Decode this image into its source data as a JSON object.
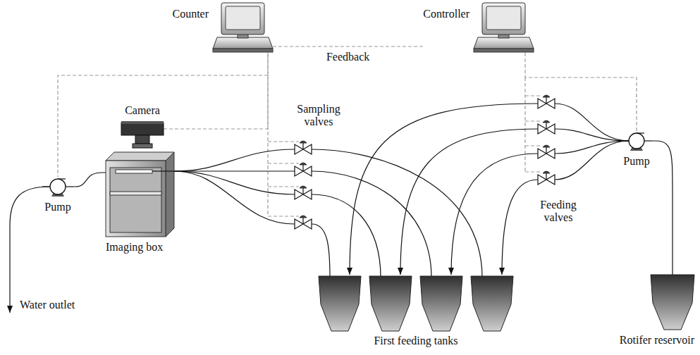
{
  "diagram": {
    "nodes": [
      {
        "text": [
          "Counter"
        ]
      },
      {
        "text": [
          "Controller"
        ]
      },
      {
        "text": [
          "Camera"
        ]
      },
      {
        "text": [
          "Pump"
        ]
      },
      {
        "text": [
          "Imaging box"
        ]
      },
      {
        "text": [
          "Pump"
        ]
      },
      {
        "text": [
          "Rotifer reservoir"
        ]
      }
    ],
    "edges": [
      {
        "from": 0,
        "to": 1,
        "arrow": "none",
        "label": "Feedback"
      },
      {
        "from": 2,
        "to": 0,
        "arrow": "none"
      },
      {
        "from": 0,
        "to": 3,
        "arrow": "none"
      },
      {
        "from": 4,
        "to": 3,
        "arrow": "none"
      },
      {
        "from": 1,
        "to": 5,
        "arrow": "none"
      },
      {
        "from": 6,
        "to": 5,
        "arrow": "none"
      }
    ],
    "labels": [
      "Sampling valves",
      "Feeding valves",
      "Water outlet",
      "First feeding tanks"
    ]
  }
}
